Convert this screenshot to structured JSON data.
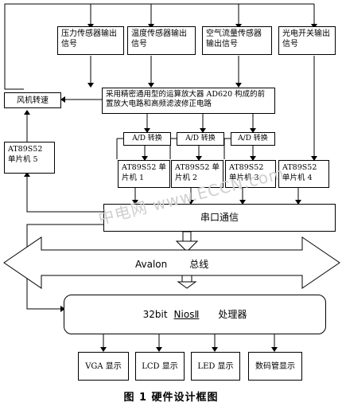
{
  "sensors": {
    "pressure": "压力传感器输出信号",
    "temperature": "温度传感器输出信号",
    "airflow": "空气流量传感器输出信号",
    "photo_switch": "光电开关输出信号"
  },
  "amplifier": "采用精密通用型的运算放大器 AD620 构成的前置放大电路和高频滤波修正电路",
  "fan": "风机转速",
  "ad_converters": [
    "A/D 转换",
    "A/D 转换",
    "A/D 转换"
  ],
  "mcus": [
    "AT89S52 单片机 1",
    "AT89S52 单片机 2",
    "AT89S52 单片机 3",
    "AT89S52 单片机 4",
    "AT89S52 单片机 5"
  ],
  "serial": "串口通信",
  "bus": {
    "name": "Avalon",
    "suffix": "总线"
  },
  "cpu": {
    "bits": "32bit",
    "name": "NiosⅡ",
    "suffix": "处理器"
  },
  "displays": [
    "VGA 显示",
    "LCD 显示",
    "LED 显示",
    "数码管显示"
  ],
  "watermark": "中电网 www.ECCN.com",
  "caption": "图 1 硬件设计框图"
}
